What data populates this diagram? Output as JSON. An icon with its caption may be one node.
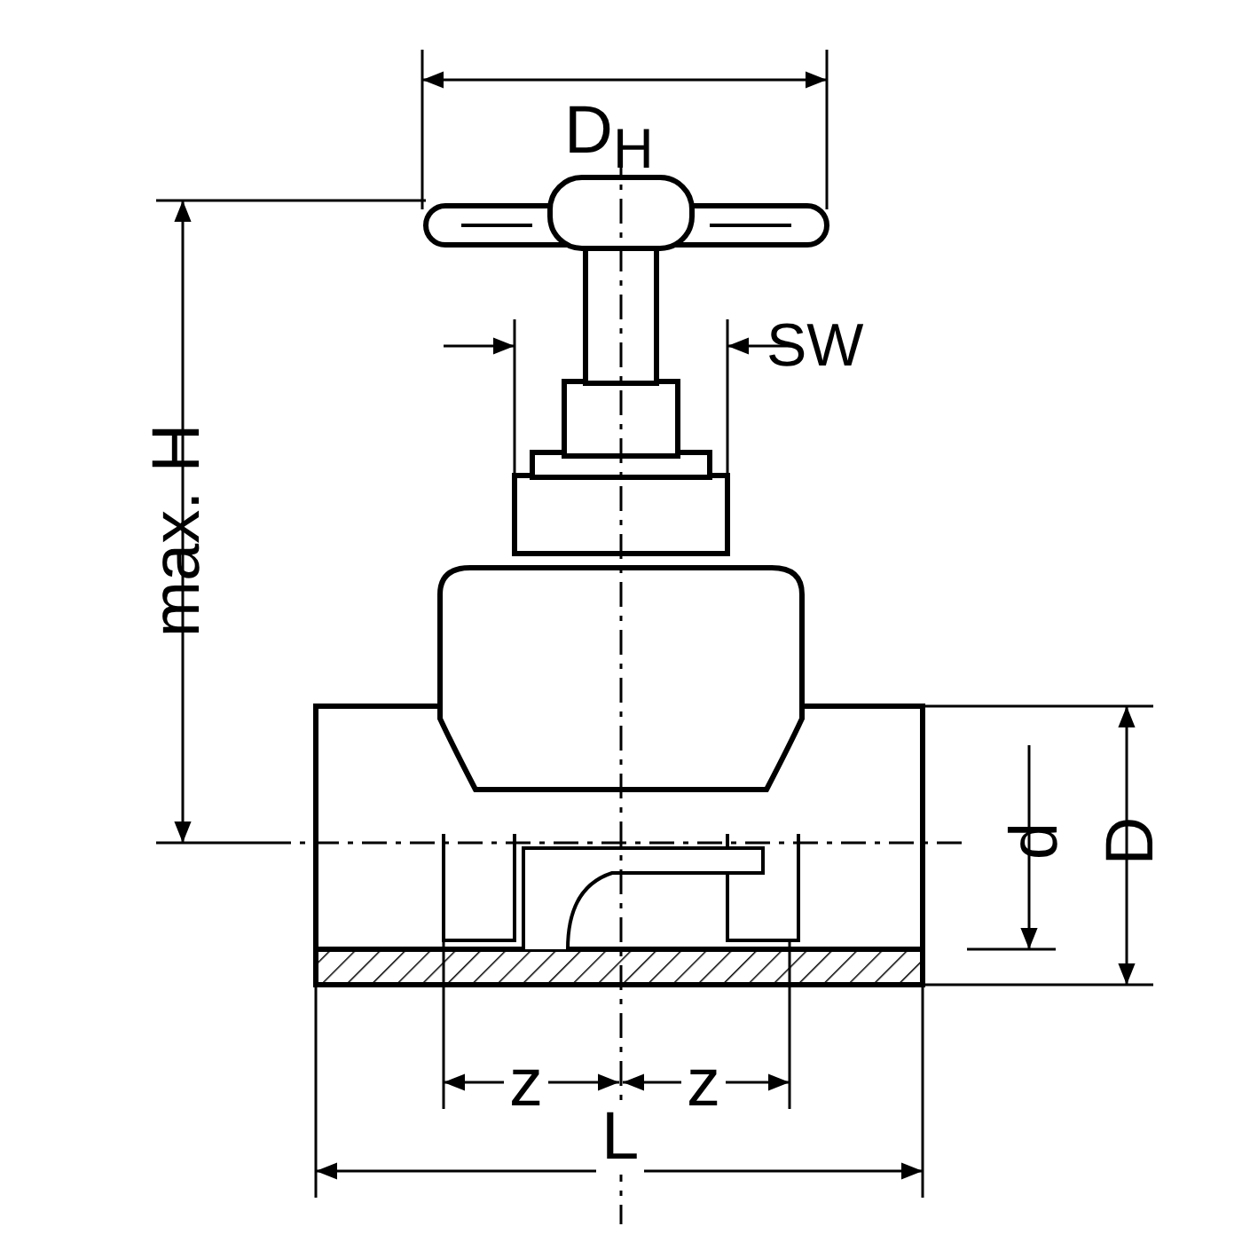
{
  "diagram": {
    "labels": [
      "D$_{H}$",
      "SW",
      "max. H",
      "d",
      "D",
      "z",
      "z",
      "L"
    ]
  }
}
